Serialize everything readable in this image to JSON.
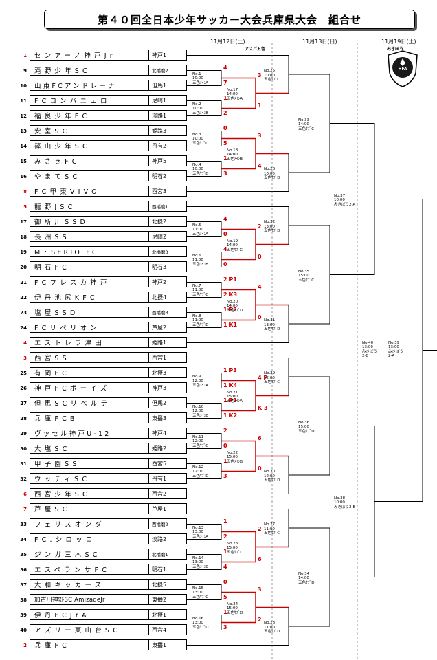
{
  "title": "第４０回全日本少年サッカー大会兵庫県大会　組合せ",
  "dates": {
    "day1": "11月12日(土)",
    "day2": "11月13日(日)",
    "day3": "11月19日(土)",
    "venue_note": "アスパ五色",
    "logo_caption": "みきぼう",
    "logo_text": "HFA"
  },
  "teams": [
    {
      "seed": "1",
      "name": "センアーノ神戸Jr",
      "district": "神戸1",
      "red": true
    },
    {
      "seed": "9",
      "name": "滝野少年SC",
      "district": "北播磨2",
      "red": false
    },
    {
      "seed": "10",
      "name": "山東FCアンドレーナ",
      "district": "但馬1",
      "red": false
    },
    {
      "seed": "11",
      "name": "FCコンパニェロ",
      "district": "尼崎1",
      "red": false
    },
    {
      "seed": "12",
      "name": "福良少年FC",
      "district": "淡路1",
      "red": false
    },
    {
      "seed": "13",
      "name": "安室SC",
      "district": "姫路3",
      "red": false
    },
    {
      "seed": "14",
      "name": "篠山少年SC",
      "district": "丹有2",
      "red": false
    },
    {
      "seed": "15",
      "name": "みさきFC",
      "district": "神戸5",
      "red": false
    },
    {
      "seed": "16",
      "name": "やまてSC",
      "district": "明石2",
      "red": false
    },
    {
      "seed": "8",
      "name": "FC甲東VIVO",
      "district": "西宮3",
      "red": true
    },
    {
      "seed": "5",
      "name": "龍野JSC",
      "district": "西播磨1",
      "red": true
    },
    {
      "seed": "17",
      "name": "御所川SSD",
      "district": "北摂2",
      "red": false
    },
    {
      "seed": "18",
      "name": "長洲SS",
      "district": "尼崎2",
      "red": false
    },
    {
      "seed": "19",
      "name": "M・SERIO FC",
      "district": "北播磨3",
      "red": false
    },
    {
      "seed": "20",
      "name": "明石FC",
      "district": "明石3",
      "red": false
    },
    {
      "seed": "21",
      "name": "FCフレスカ神戸",
      "district": "神戸2",
      "red": false
    },
    {
      "seed": "22",
      "name": "伊丹池尻KFC",
      "district": "北摂4",
      "red": false
    },
    {
      "seed": "23",
      "name": "塩屋SSD",
      "district": "西播磨3",
      "red": false
    },
    {
      "seed": "24",
      "name": "FCリベリオン",
      "district": "芦屋2",
      "red": false
    },
    {
      "seed": "4",
      "name": "エストレラ津田",
      "district": "姫路1",
      "red": true
    },
    {
      "seed": "3",
      "name": "西宮SS",
      "district": "西宮1",
      "red": true
    },
    {
      "seed": "25",
      "name": "有岡FC",
      "district": "北摂3",
      "red": false
    },
    {
      "seed": "26",
      "name": "神戸FCボーイズ",
      "district": "神戸3",
      "red": false
    },
    {
      "seed": "27",
      "name": "但馬SCリベルテ",
      "district": "但馬2",
      "red": false
    },
    {
      "seed": "28",
      "name": "兵庫FCB",
      "district": "東播3",
      "red": false
    },
    {
      "seed": "29",
      "name": "ヴッセル神戸U-12",
      "district": "神戸4",
      "red": false
    },
    {
      "seed": "30",
      "name": "大塩SC",
      "district": "姫路2",
      "red": false
    },
    {
      "seed": "31",
      "name": "甲子園SS",
      "district": "西宮5",
      "red": false
    },
    {
      "seed": "32",
      "name": "ウッディSC",
      "district": "丹有1",
      "red": false
    },
    {
      "seed": "6",
      "name": "西宮少年SC",
      "district": "西宮2",
      "red": true
    },
    {
      "seed": "7",
      "name": "芦屋SC",
      "district": "芦屋1",
      "red": true
    },
    {
      "seed": "33",
      "name": "フェリスオンダ",
      "district": "西播磨2",
      "red": false
    },
    {
      "seed": "34",
      "name": "FC.シロッコ",
      "district": "淡路2",
      "red": false
    },
    {
      "seed": "35",
      "name": "ジンガ三木SC",
      "district": "北播磨1",
      "red": false
    },
    {
      "seed": "36",
      "name": "エスペランサFC",
      "district": "明石1",
      "red": false
    },
    {
      "seed": "37",
      "name": "大和キッカーズ",
      "district": "北摂5",
      "red": false
    },
    {
      "seed": "38",
      "name": "加古川神野SC AmizadeJr",
      "district": "東播2",
      "red": false
    },
    {
      "seed": "39",
      "name": "伊丹FCJrA",
      "district": "北摂1",
      "red": false
    },
    {
      "seed": "40",
      "name": "アズリー東山台SC",
      "district": "西宮4",
      "red": false
    },
    {
      "seed": "2",
      "name": "兵庫FC",
      "district": "東播1",
      "red": true
    }
  ],
  "matches_r1": [
    {
      "no": "No.1",
      "time": "10:00",
      "venue": "五色ﾒｲﾝA"
    },
    {
      "no": "No.2",
      "time": "10:00",
      "venue": "五色ﾒｲﾝB"
    },
    {
      "no": "No.3",
      "time": "10:00",
      "venue": "五色ｻﾌﾞC"
    },
    {
      "no": "No.4",
      "time": "10:00",
      "venue": "五色ｻﾌﾞD"
    },
    {
      "no": "No.5",
      "time": "11:00",
      "venue": "五色ﾒｲﾝA"
    },
    {
      "no": "No.6",
      "time": "11:00",
      "venue": "五色ﾒｲﾝB"
    },
    {
      "no": "No.7",
      "time": "11:00",
      "venue": "五色ｻﾌﾞC"
    },
    {
      "no": "No.8",
      "time": "11:00",
      "venue": "五色ｻﾌﾞD"
    },
    {
      "no": "No.9",
      "time": "12:00",
      "venue": "五色ﾒｲﾝA"
    },
    {
      "no": "No.10",
      "time": "12:00",
      "venue": "五色ﾒｲﾝB"
    },
    {
      "no": "No.11",
      "time": "12:00",
      "venue": "五色ｻﾌﾞC"
    },
    {
      "no": "No.12",
      "time": "12:00",
      "venue": "五色ｻﾌﾞD"
    },
    {
      "no": "No.13",
      "time": "13:00",
      "venue": "五色ﾒｲﾝA"
    },
    {
      "no": "No.14",
      "time": "13:00",
      "venue": "五色ﾒｲﾝB"
    },
    {
      "no": "No.15",
      "time": "13:00",
      "venue": "五色ｻﾌﾞC"
    },
    {
      "no": "No.16",
      "time": "13:00",
      "venue": "五色ｻﾌﾞD"
    }
  ],
  "matches_r2": [
    {
      "no": "No.17",
      "time": "14:00",
      "venue": "五色ﾒｲﾝA"
    },
    {
      "no": "No.18",
      "time": "14:00",
      "venue": "五色ﾒｲﾝB"
    },
    {
      "no": "No.19",
      "time": "14:00",
      "venue": "五色ｻﾌﾞC"
    },
    {
      "no": "No.20",
      "time": "14:00",
      "venue": "五色ｻﾌﾞD"
    },
    {
      "no": "No.21",
      "time": "15:00",
      "venue": "五色ﾒｲﾝA"
    },
    {
      "no": "No.22",
      "time": "15:00",
      "venue": "五色ﾒｲﾝB"
    },
    {
      "no": "No.23",
      "time": "15:00",
      "venue": "五色ｻﾌﾞC"
    },
    {
      "no": "No.24",
      "time": "15:00",
      "venue": "五色ｻﾌﾞD"
    }
  ],
  "matches_r3": [
    {
      "no": "No.25",
      "time": "10:00",
      "venue": "五色ｻﾌﾞC"
    },
    {
      "no": "No.26",
      "time": "10:00",
      "venue": "五色ｻﾌﾞD"
    },
    {
      "no": "No.32",
      "time": "13:00",
      "venue": "五色ｻﾌﾞD"
    },
    {
      "no": "No.31",
      "time": "13:00",
      "venue": "五色ｻﾌﾞD"
    },
    {
      "no": "No.29",
      "time": "12:00",
      "venue": "五色ｻﾌﾞC"
    },
    {
      "no": "No.30",
      "time": "12:00",
      "venue": "五色ｻﾌﾞD"
    },
    {
      "no": "No.27",
      "time": "11:00",
      "venue": "五色ｻﾌﾞC"
    },
    {
      "no": "No.28",
      "time": "11:00",
      "venue": "五色ｻﾌﾞD"
    }
  ],
  "matches_r4": [
    {
      "no": "No.33",
      "time": "14:00",
      "venue": "五色ｻﾌﾞC"
    },
    {
      "no": "No.35",
      "time": "15:00",
      "venue": "五色ｻﾌﾞC"
    },
    {
      "no": "No.36",
      "time": "15:00",
      "venue": "五色ｻﾌﾞD"
    },
    {
      "no": "No.34",
      "time": "14:00",
      "venue": "五色ｻﾌﾞD"
    }
  ],
  "matches_r5": [
    {
      "no": "No.37",
      "time": "10:00",
      "venue": "みきぼう2-A"
    },
    {
      "no": "No.38",
      "time": "10:00",
      "venue": "みきぼう2-B"
    }
  ],
  "matches_sf": [
    {
      "no": "No.40",
      "time": "13:00",
      "venue": "みきぼう",
      "court": "2-B"
    },
    {
      "no": "No.39",
      "time": "13:00",
      "venue": "みきぼう",
      "court": "2-A"
    }
  ],
  "scores_r1": [
    [
      "4",
      "7"
    ],
    [
      "1",
      "2"
    ],
    [
      "0",
      "5"
    ],
    [
      "1",
      "3"
    ],
    [
      "4",
      "0"
    ],
    [
      "4",
      "0"
    ],
    [
      "2 P1",
      "2 K3"
    ],
    [
      "1 P2",
      "1 K1"
    ],
    [
      "1 P3",
      "1 K4"
    ],
    [
      "1 P3",
      "1 K2"
    ],
    [
      "2",
      "0"
    ],
    [
      "1",
      "3"
    ],
    [
      "1",
      "2"
    ],
    [
      "1",
      "4"
    ],
    [
      "0",
      "5"
    ],
    [
      "1",
      "3"
    ]
  ],
  "scores_r2": [
    [
      "3",
      "1"
    ],
    [
      "3",
      "4"
    ],
    [
      "2",
      "0"
    ],
    [
      "4",
      "0"
    ],
    [
      "4 P",
      "K 3"
    ],
    [
      "6",
      "0"
    ],
    [
      "2",
      "6"
    ],
    [
      "3",
      "2"
    ]
  ],
  "colors": {
    "win_line": "#cc0000",
    "line": "#000000",
    "seed_red": "#cc0000"
  }
}
